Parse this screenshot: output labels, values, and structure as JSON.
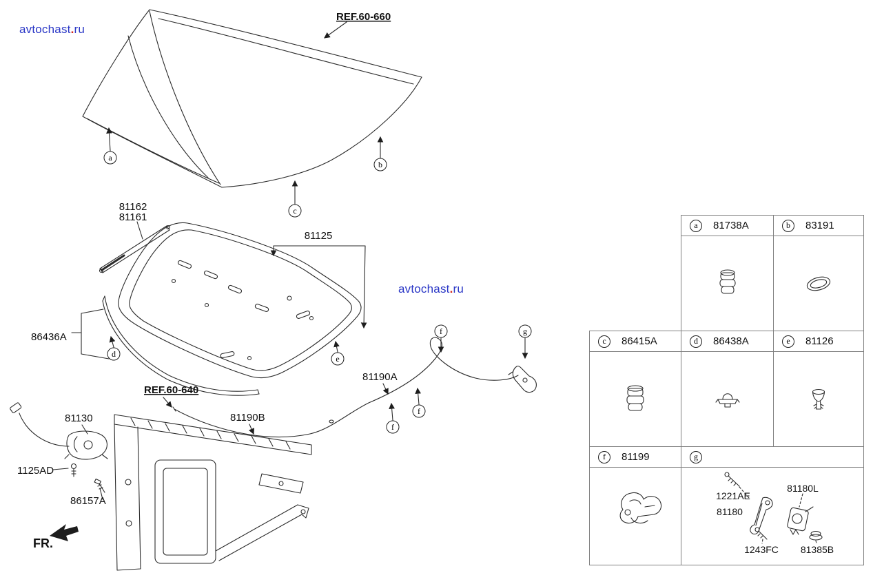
{
  "watermark": {
    "name": "avtochast",
    "dot": ".",
    "tld": "ru"
  },
  "colors": {
    "watermark_blue": "#2936c6",
    "watermark_dot_red": "#d6281c",
    "line_black": "#2a2a2a",
    "table_border_gray": "#7f7f7f"
  },
  "diagram": {
    "ref_hood": "REF.60-660",
    "ref_front_panel": "REF.60-640",
    "lift_rod_label_1": "81162",
    "lift_rod_label_2": "81161",
    "insulator_pad": "81125",
    "weatherstrip": "86436A",
    "latch_assembly": "81130",
    "latch_bolt": "1125AD",
    "latch_screw": "86157A",
    "release_cable_front": "81190A",
    "release_cable_rear": "81190B",
    "front_direction": "FR.",
    "callouts": {
      "a": "a",
      "b": "b",
      "c": "c",
      "d": "d",
      "e": "e",
      "f": "f",
      "g": "g"
    }
  },
  "parts_table": {
    "cells": [
      {
        "letter": "a",
        "part_no": "81738A"
      },
      {
        "letter": "b",
        "part_no": "83191"
      },
      {
        "letter": "c",
        "part_no": "86415A"
      },
      {
        "letter": "d",
        "part_no": "86438A"
      },
      {
        "letter": "e",
        "part_no": "81126"
      },
      {
        "letter": "f",
        "part_no": "81199"
      },
      {
        "letter": "g",
        "part_no": ""
      }
    ],
    "g_cell_parts": {
      "screw_upper": "1221AE",
      "handle": "81180",
      "handle_cable": "81180L",
      "screw_lower": "1243FC",
      "grommet": "81385B"
    }
  }
}
